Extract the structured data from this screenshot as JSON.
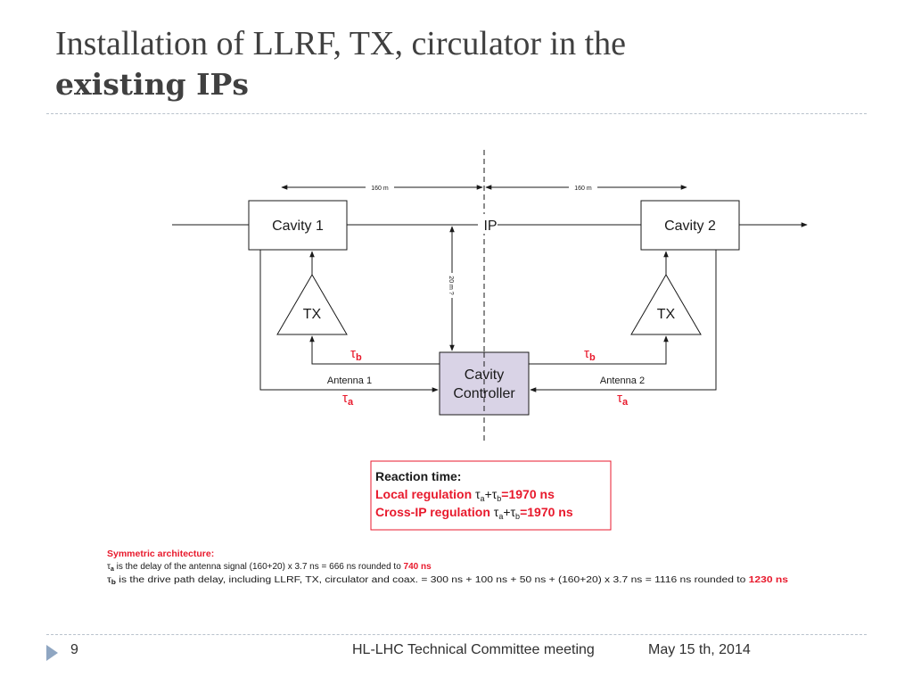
{
  "slide": {
    "title_line1": "Installation of LLRF, TX, circulator in the",
    "title_line2": "existing IPs",
    "page_number": "9",
    "footer_meeting": "HL-LHC Technical Committee meeting",
    "footer_date": "May 15 th, 2014"
  },
  "diagram": {
    "dim_left": "160 m",
    "dim_right": "160 m",
    "dim_vertical": "20 m ?",
    "ip_label": "IP",
    "cavity1": "Cavity 1",
    "cavity2": "Cavity 2",
    "tx_left": "TX",
    "tx_right": "TX",
    "controller_line1": "Cavity",
    "controller_line2": "Controller",
    "antenna1": "Antenna 1",
    "antenna2": "Antenna 2",
    "tau": "τ",
    "sub_a": "a",
    "sub_b": "b",
    "colors": {
      "accent_red": "#e8192c",
      "controller_fill": "#d9d3e6",
      "line": "#1a1a1a"
    }
  },
  "reaction_box": {
    "heading": "Reaction time:",
    "local_label": "Local regulation",
    "cross_label": "Cross-IP regulation",
    "plus": "+",
    "eq": "=",
    "value": "1970 ns"
  },
  "notes": {
    "heading": "Symmetric architecture:",
    "line1_text": " is the delay of the antenna signal (160+20) x 3.7 ns = 666 ns rounded to ",
    "line1_value": "740 ns",
    "line2_text": " is the drive path delay, including LLRF, TX, circulator and coax. = 300 ns + 100 ns + 50 ns + (160+20) x 3.7 ns = 1116 ns rounded to ",
    "line2_value": "1230 ns"
  }
}
